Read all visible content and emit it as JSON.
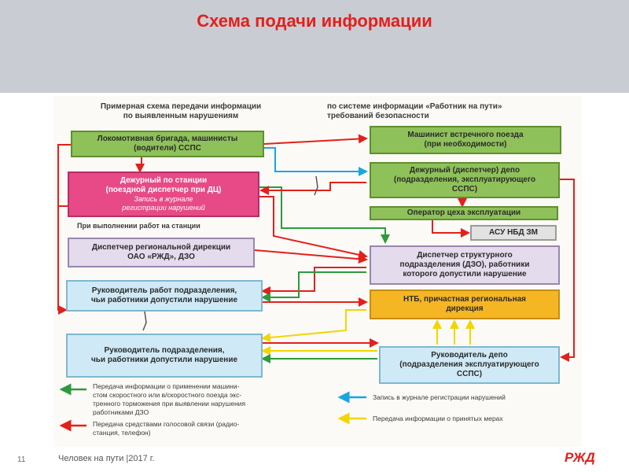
{
  "slide": {
    "title": "Схема подачи информации",
    "page_number": "11",
    "footer": "Человек на пути |2017 г.",
    "logo_text": "РЖД"
  },
  "diagram": {
    "heading_left": "Примерная схема передачи информации\nпо выявленным нарушениям",
    "heading_right": "по системе информации «Работник на пути»\nтребований безопасности",
    "left_boxes": {
      "loco_crew": "Локомотивная бригада, машинисты\n(водители) ССПС",
      "station_duty": "Дежурный по станции\n(поездной диспетчер при ДЦ)",
      "station_duty_note": "Запись в журнале\nрегистрации нарушений",
      "regional_dispatcher": "Диспетчер региональной дирекции\nОАО «РЖД», ДЗО",
      "works_manager": "Руководитель работ подразделения,\nчьи работники допустили нарушение",
      "unit_manager": "Руководитель подразделения,\nчьи работники допустили нарушение"
    },
    "station_works_label": "При выполнении работ на станции",
    "right_boxes": {
      "oncoming_driver": "Машинист встречного поезда\n(при необходимости)",
      "depot_duty": "Дежурный (диспетчер) депо\n(подразделения, эксплуатирующего\nССПС)",
      "operator": "Оператор цеха эксплуатации",
      "asu": "АСУ НБД ЗМ",
      "structural_dispatcher": "Диспетчер структурного\nподразделения (ДЗО), работники\nкоторого допустили нарушение",
      "ntb": "НТБ, причастная региональная\nдирекция",
      "depot_manager": "Руководитель депо\n(подразделения эксплуатирующего\nССПС)"
    },
    "legend": [
      {
        "color": "#2e9a3c",
        "text": "Передача информации о применении машини-\nстом скоростного или в/скоростного поезда экс-\nтренного торможения при выявлении нарушения\nработниками ДЗО"
      },
      {
        "color": "#e3201b",
        "text": "Передача средствами голосовой связи (радио-\nстанция, телефон)"
      },
      {
        "color": "#1aa6e0",
        "text": "Запись в журнале регистрации нарушений"
      },
      {
        "color": "#f2d600",
        "text": "Передача информации о принятых мерах"
      }
    ],
    "colors": {
      "red": "#e3201b",
      "green": "#2e9a3c",
      "blue": "#1aa6e0",
      "yellow": "#f2d600"
    }
  }
}
